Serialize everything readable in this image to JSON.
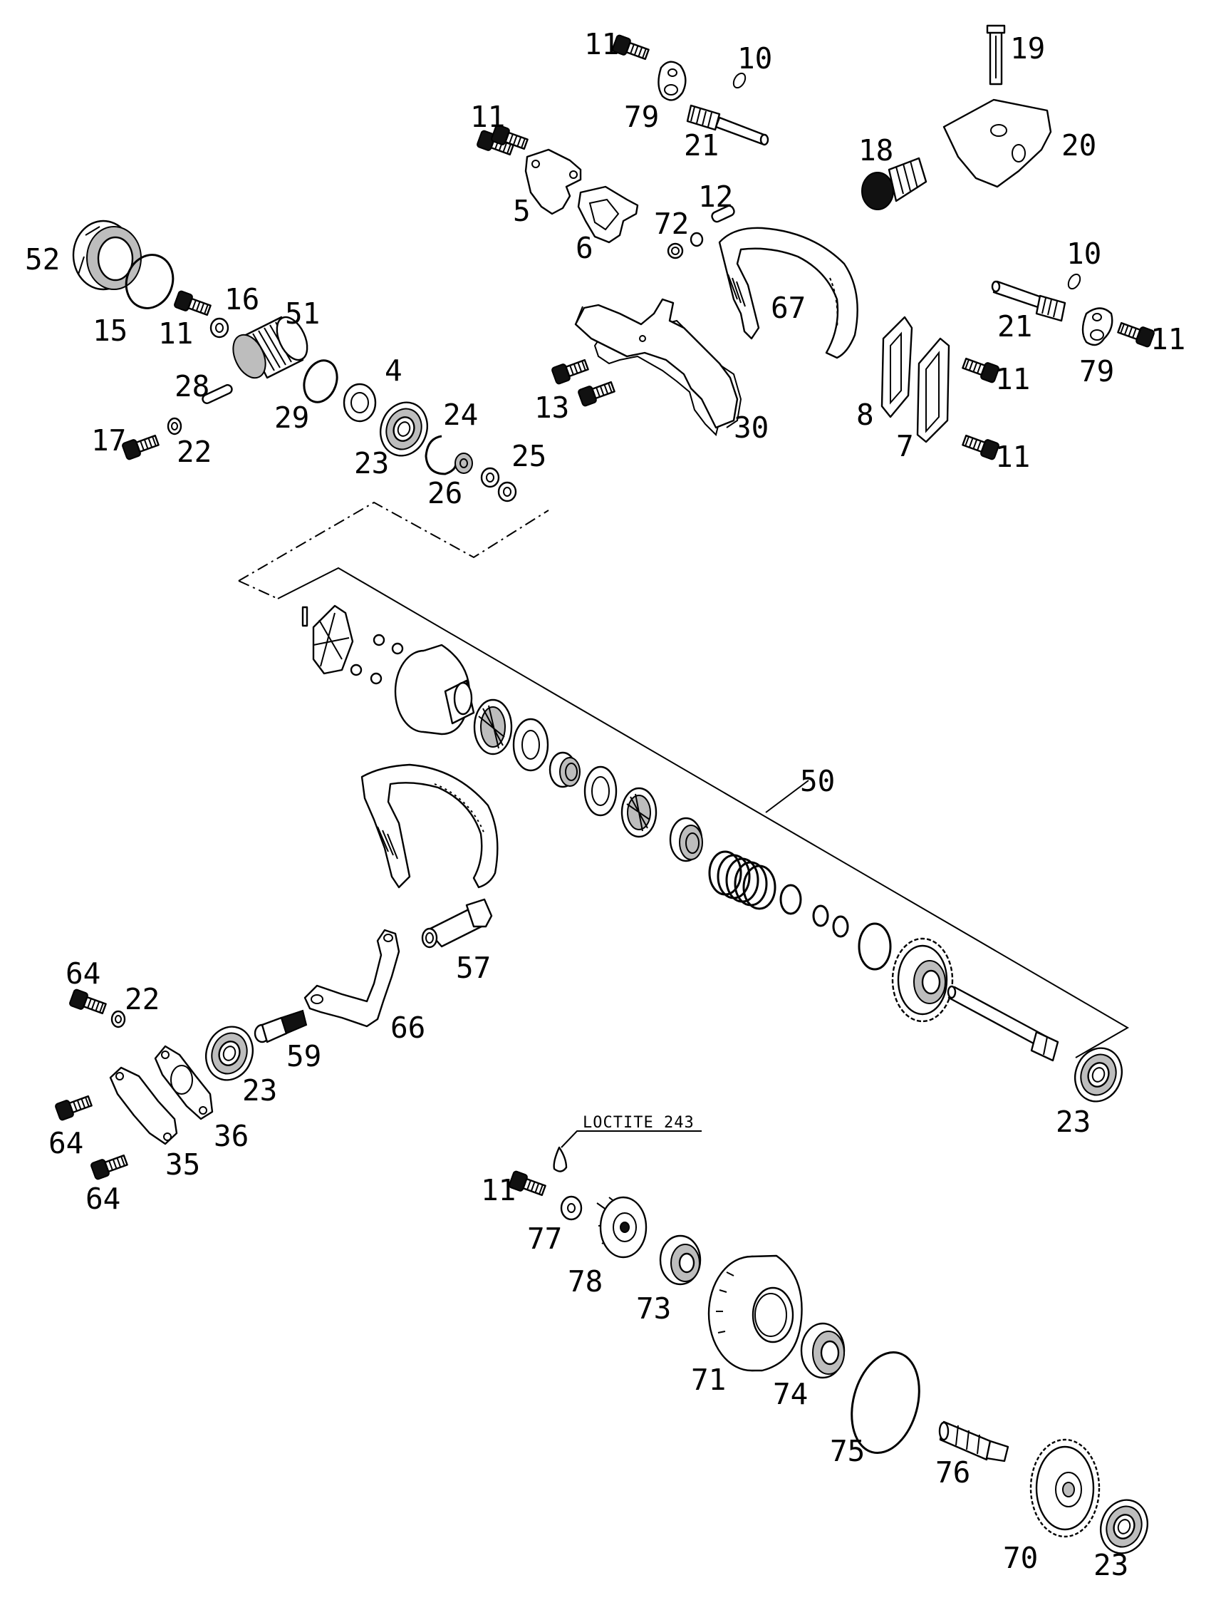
{
  "labels": {
    "p4": "4",
    "p5": "5",
    "p6": "6",
    "p7": "7",
    "p8": "8",
    "p10a": "10",
    "p10b": "10",
    "p11a": "11",
    "p11b": "11",
    "p11c": "11",
    "p11d": "11",
    "p11e": "11",
    "p11f": "11",
    "p11g": "11",
    "p12": "12",
    "p13": "13",
    "p15": "15",
    "p16": "16",
    "p17": "17",
    "p18": "18",
    "p19": "19",
    "p20": "20",
    "p21a": "21",
    "p21b": "21",
    "p22a": "22",
    "p22b": "22",
    "p23a": "23",
    "p23b": "23",
    "p23c": "23",
    "p23d": "23",
    "p24": "24",
    "p25": "25",
    "p26": "26",
    "p28": "28",
    "p29": "29",
    "p30": "30",
    "p35": "35",
    "p36": "36",
    "p50": "50",
    "p51": "51",
    "p52": "52",
    "p57": "57",
    "p59": "59",
    "p64a": "64",
    "p64b": "64",
    "p64c": "64",
    "p66": "66",
    "p67": "67",
    "p70": "70",
    "p71": "71",
    "p72": "72",
    "p73": "73",
    "p74": "74",
    "p75": "75",
    "p76": "76",
    "p77": "77",
    "p78": "78",
    "p79a": "79",
    "p79b": "79"
  },
  "note": {
    "loctite": "LOCTITE 243"
  }
}
